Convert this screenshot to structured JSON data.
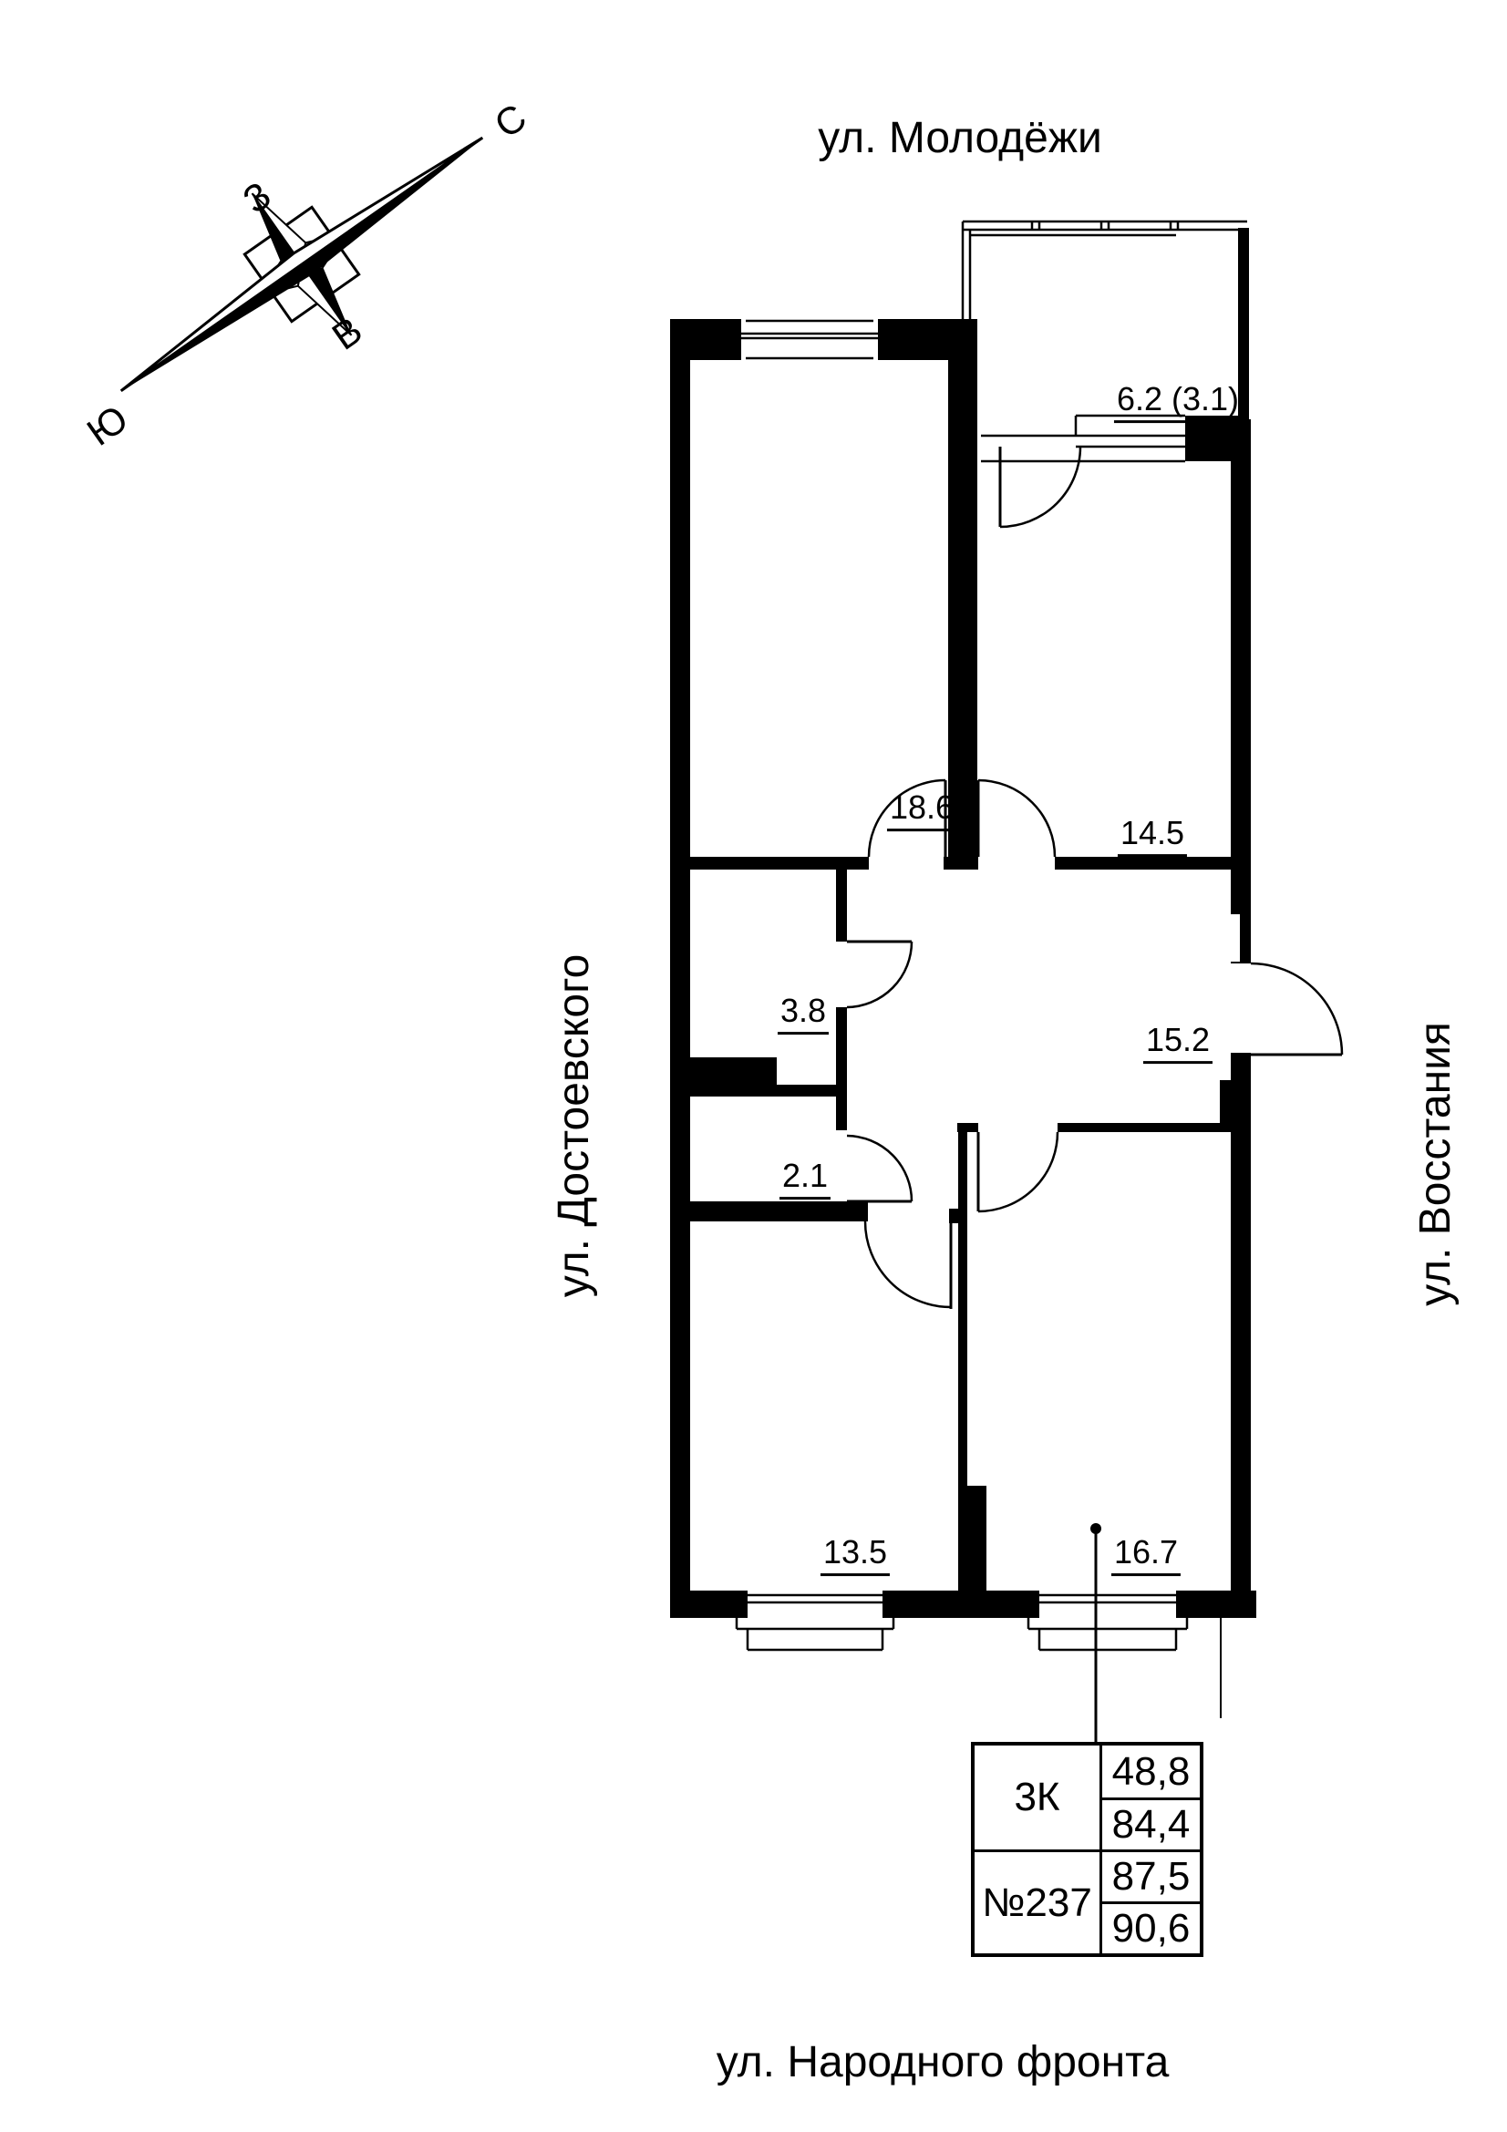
{
  "colors": {
    "ink": "#000000",
    "paper": "#ffffff"
  },
  "streets": {
    "top": "ул. Молодёжи",
    "left": "ул. Достоевского",
    "right": "ул. Восстания",
    "bottom": "ул. Народного фронта"
  },
  "compass": {
    "north": "С",
    "west": "З",
    "east": "В",
    "south": "Ю"
  },
  "rooms": {
    "balcony": "6.2 (3.1)",
    "living": "18.6",
    "bedroom1": "14.5",
    "bathroom": "3.8",
    "hall": "15.2",
    "wc": "2.1",
    "bedroom2": "13.5",
    "kitchen": "16.7"
  },
  "info_table": {
    "apartment_type": "3К",
    "apartment_number": "№237",
    "values": [
      "48,8",
      "84,4",
      "87,5",
      "90,6"
    ]
  }
}
